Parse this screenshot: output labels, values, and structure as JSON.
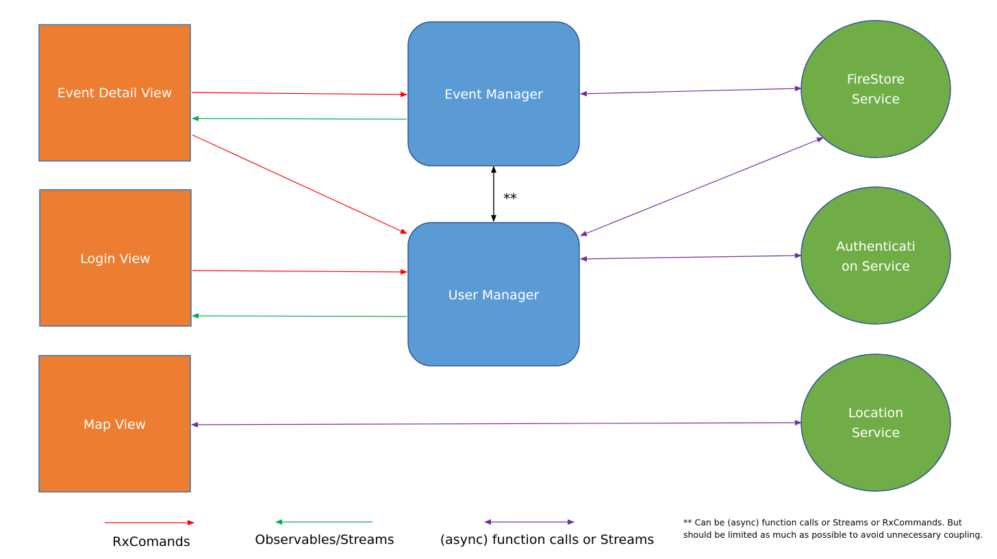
{
  "nodes": {
    "event_detail_view": {
      "label": "Event Detail View"
    },
    "login_view": {
      "label": "Login View"
    },
    "map_view": {
      "label": "Map View"
    },
    "event_manager": {
      "label": "Event Manager"
    },
    "user_manager": {
      "label": "User Manager"
    },
    "firestore_service": {
      "lines": [
        "FireStore",
        "Service"
      ]
    },
    "authentication_service": {
      "lines": [
        "Authenticati",
        "on Service"
      ]
    },
    "location_service": {
      "lines": [
        "Location",
        "Service"
      ]
    }
  },
  "edge_labels": {
    "event_user_manager": "**"
  },
  "legend": {
    "rx_commands": "RxComands",
    "observables": "Observables/Streams",
    "function_calls": "(async) function calls or Streams"
  },
  "note": "** Can be (async) function calls or Streams or RxCommands. But should be limited as much as possible to avoid unnecessary coupling.",
  "colors": {
    "view_fill": "#ED7D31",
    "manager_fill": "#5B9BD5",
    "service_fill": "#70AD47",
    "rx_command_arrow": "#FF0000",
    "observable_arrow": "#00B050",
    "function_call_arrow": "#7030A0"
  }
}
